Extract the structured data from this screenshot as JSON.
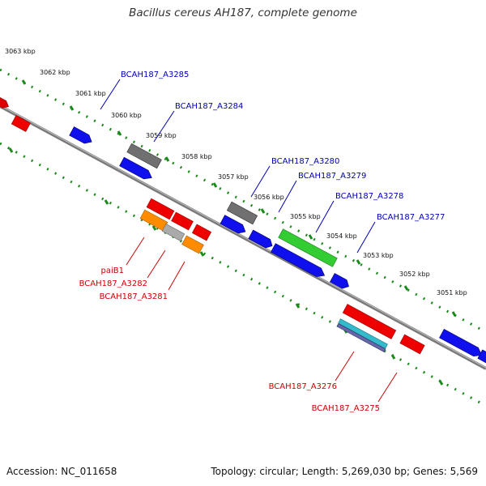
{
  "title": "Bacillus cereus AH187, complete genome",
  "footer": {
    "accession": "Accession: NC_011658",
    "topology": "Topology: circular; Length: 5,269,030 bp; Genes: 5,569"
  },
  "colors": {
    "forward_label": "#0000b4",
    "reverse_label": "#cc0000",
    "backbone": "#888888",
    "tick_track": "#1a8a1a",
    "gene_red": "#ee0000",
    "gene_blue": "#1010ee",
    "gene_gray": "#707070",
    "gene_green": "#33cc33",
    "gene_orange": "#ff8c00",
    "gene_silver": "#aaaaaa",
    "gene_cyan": "#33bbcc",
    "gene_slate": "#6666aa"
  },
  "scale_labels": [
    "3063 kbp",
    "3062 kbp",
    "3061 kbp",
    "3060 kbp",
    "3059 kbp",
    "3058 kbp",
    "3057 kbp",
    "3056 kbp",
    "3055 kbp",
    "3054 kbp",
    "3053 kbp",
    "3052 kbp",
    "3051 kbp"
  ],
  "forward_genes": [
    {
      "label": "BCAH187_A3285"
    },
    {
      "label": "BCAH187_A3284"
    },
    {
      "label": "BCAH187_A3280"
    },
    {
      "label": "BCAH187_A3279"
    },
    {
      "label": "BCAH187_A3278"
    },
    {
      "label": "BCAH187_A3277"
    }
  ],
  "reverse_genes": [
    {
      "label": "paiB1"
    },
    {
      "label": "BCAH187_A3282"
    },
    {
      "label": "BCAH187_A3281"
    },
    {
      "label": "BCAH187_A3276"
    },
    {
      "label": "BCAH187_A3275"
    }
  ]
}
